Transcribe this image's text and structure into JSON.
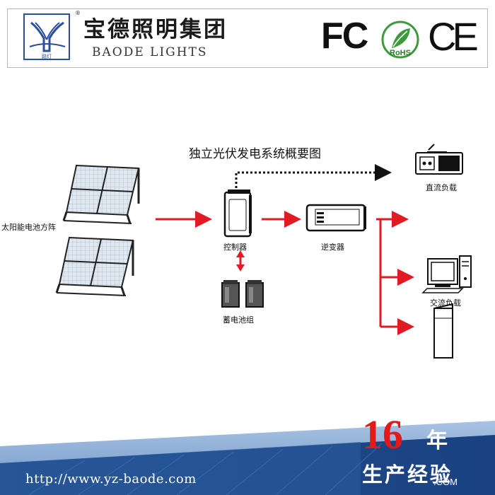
{
  "header": {
    "company_cn": "宝德照明集团",
    "company_en": "BAODE LIGHTS",
    "logo_text": "路灯",
    "fc_mark": "FC",
    "rohs_mark": "RoHS",
    "ce_mark": "CE"
  },
  "diagram": {
    "title": "独立光伏发电系统概要图",
    "solar_label": "太阳能电池方阵",
    "controller_label": "控制器",
    "battery_label": "蓄电池组",
    "inverter_label": "逆变器",
    "dc_load_label": "直流负载",
    "ac_load_label": "交流负载"
  },
  "footer": {
    "url": "http://www.yz-baode.com",
    "years": "16",
    "nian": "年",
    "slogan": "生产经验",
    "com_text": ".COM"
  },
  "colors": {
    "arrow": "#e01b22",
    "footer_dark": "#1d4b8a",
    "footer_light": "#8fb0d8",
    "footer_years": "#e41a1a"
  }
}
